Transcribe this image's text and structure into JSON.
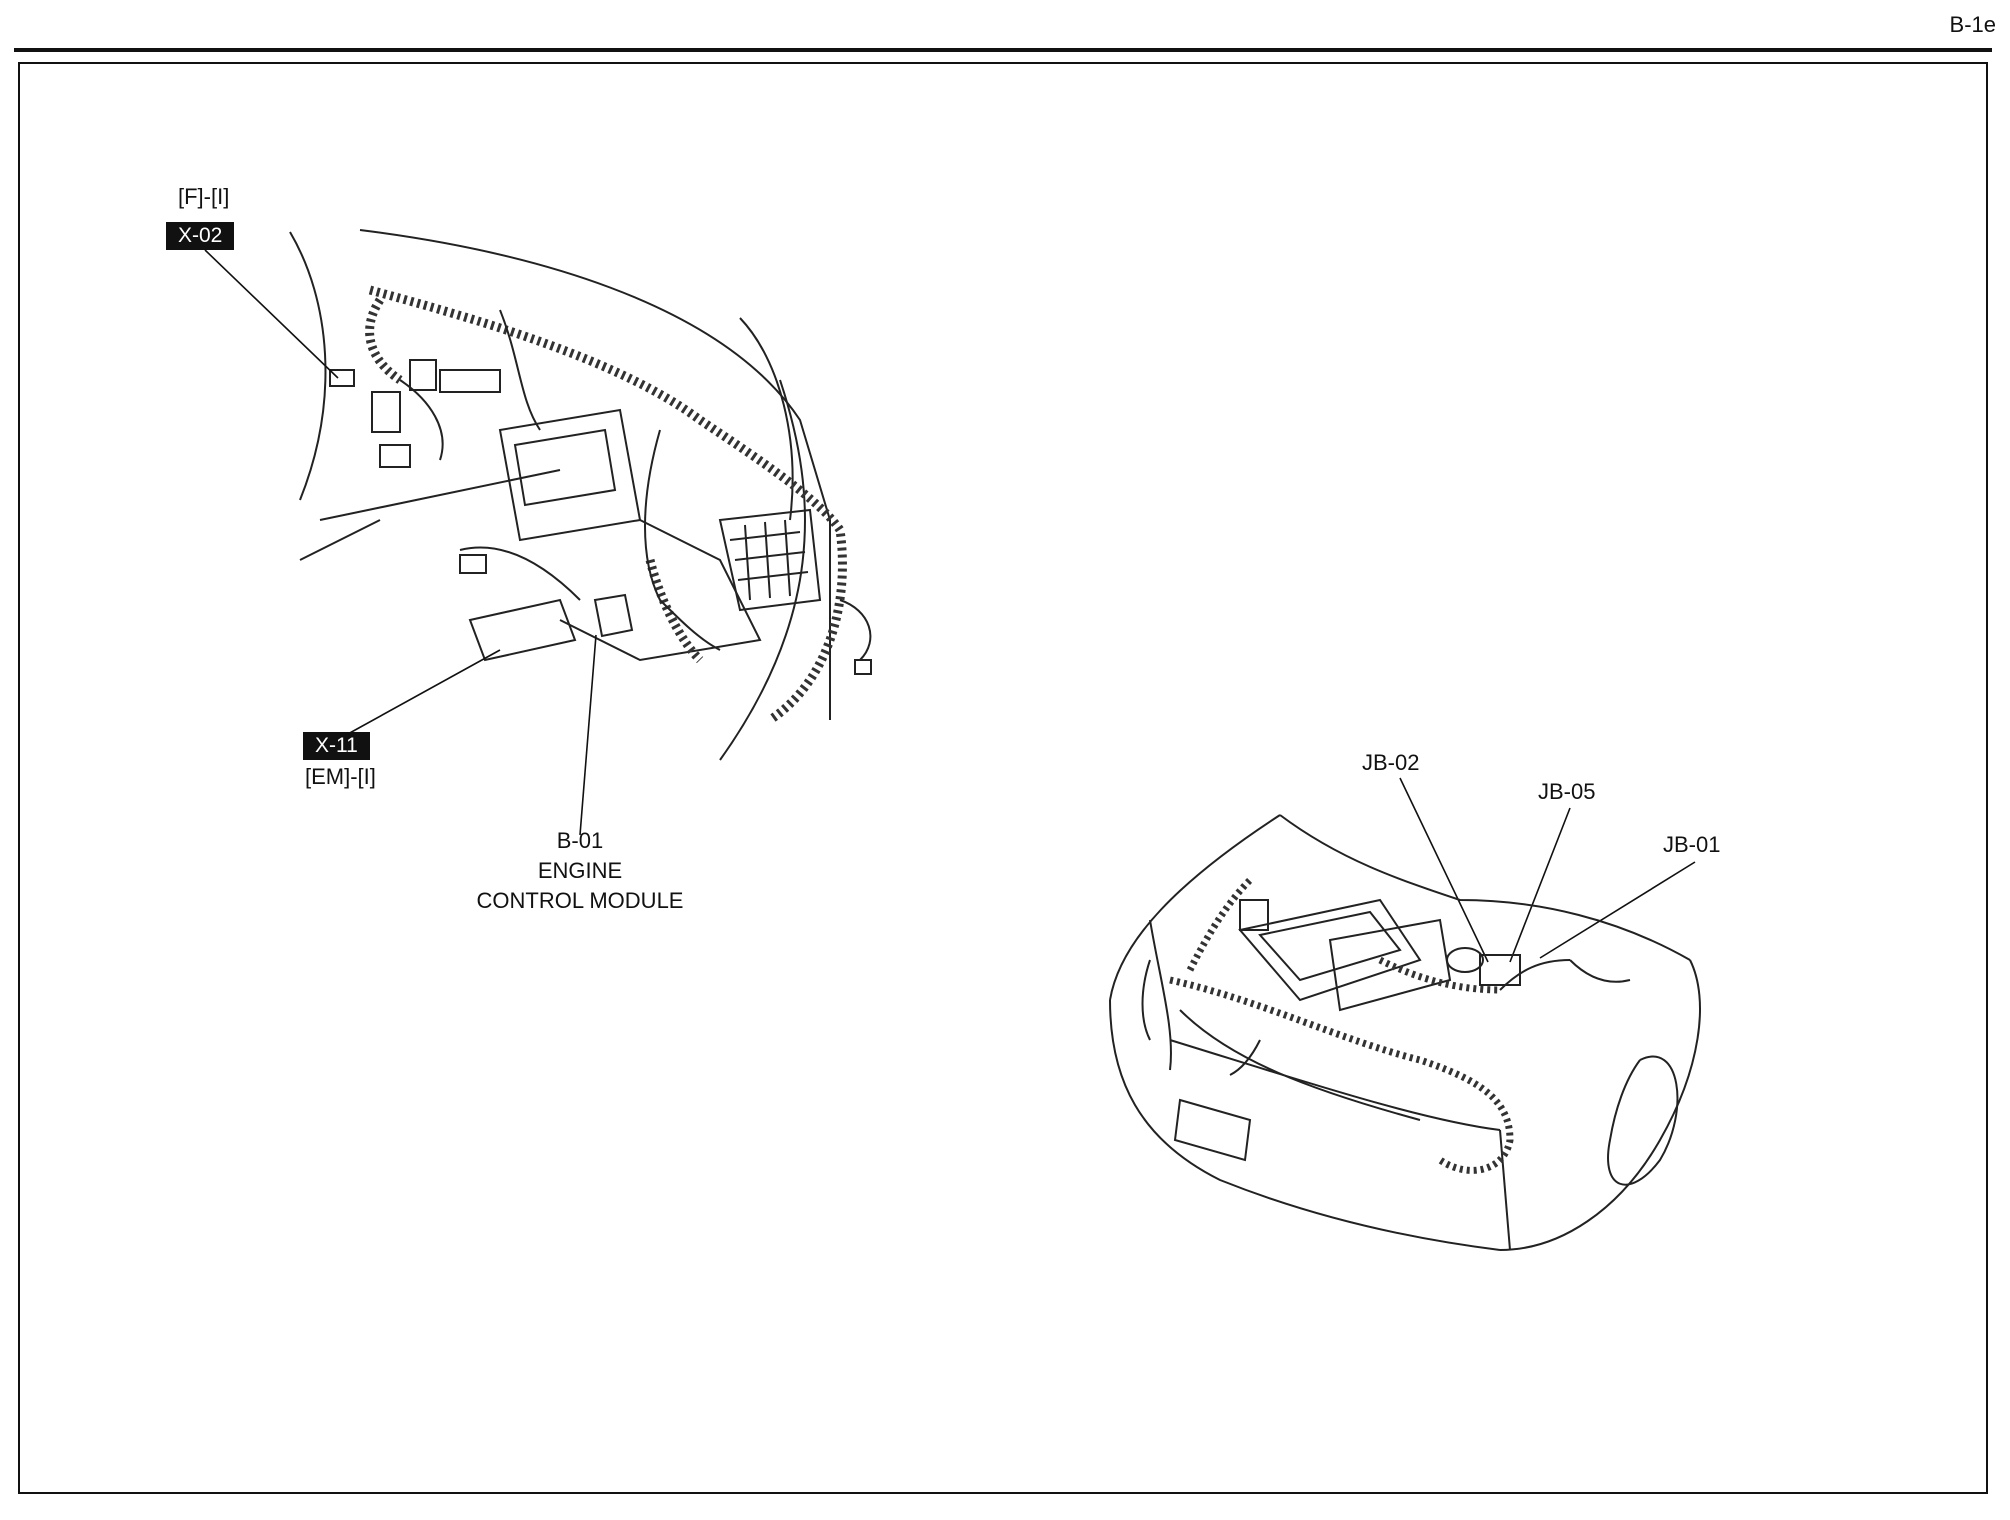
{
  "page": {
    "code": "B-1e"
  },
  "interior_view": {
    "x02": {
      "tag": "X-02",
      "ref": "[F]-[I]"
    },
    "x11": {
      "tag": "X-11",
      "ref": "[EM]-[I]"
    },
    "b01": {
      "code": "B-01",
      "name_line1": "ENGINE",
      "name_line2": "CONTROL MODULE"
    }
  },
  "engine_bay_view": {
    "jb02": "JB-02",
    "jb05": "JB-05",
    "jb01": "JB-01"
  }
}
